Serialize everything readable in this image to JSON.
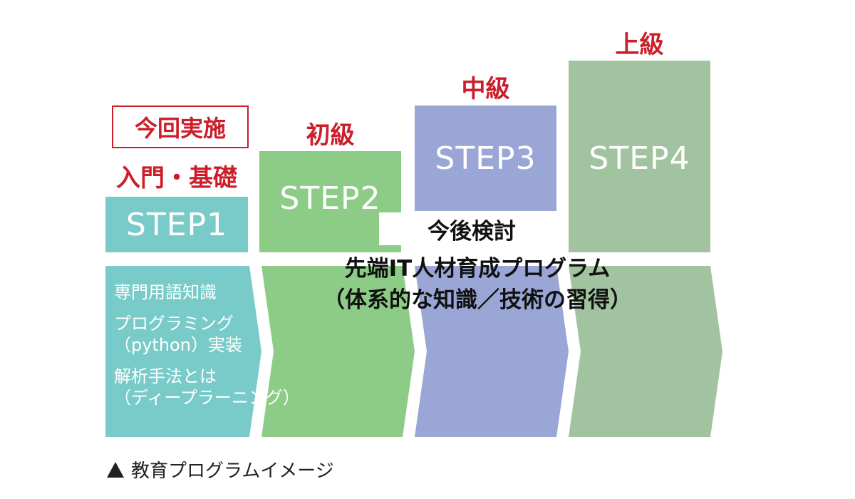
{
  "colors": {
    "step1": "#79cbc9",
    "step2": "#8dcc86",
    "step3": "#9aa6d6",
    "step4": "#a2c39f",
    "accent_red": "#cc1e2a"
  },
  "badge": {
    "label": "今回実施"
  },
  "steps": [
    {
      "label": "STEP1",
      "level": "入門・基礎"
    },
    {
      "label": "STEP2",
      "level": "初級"
    },
    {
      "label": "STEP3",
      "level": "中級"
    },
    {
      "label": "STEP4",
      "level": "上級"
    }
  ],
  "step1_contents": [
    "専門用語知識",
    "プログラミング",
    "（python）実装",
    "解析手法とは",
    "（ディープラーニング）"
  ],
  "future": {
    "heading": "今後検討",
    "line1": "先端IT人材育成プログラム",
    "line2": "（体系的な知識／技術の習得）"
  },
  "caption": {
    "icon": "triangle-up-icon",
    "text": "教育プログラムイメージ"
  }
}
